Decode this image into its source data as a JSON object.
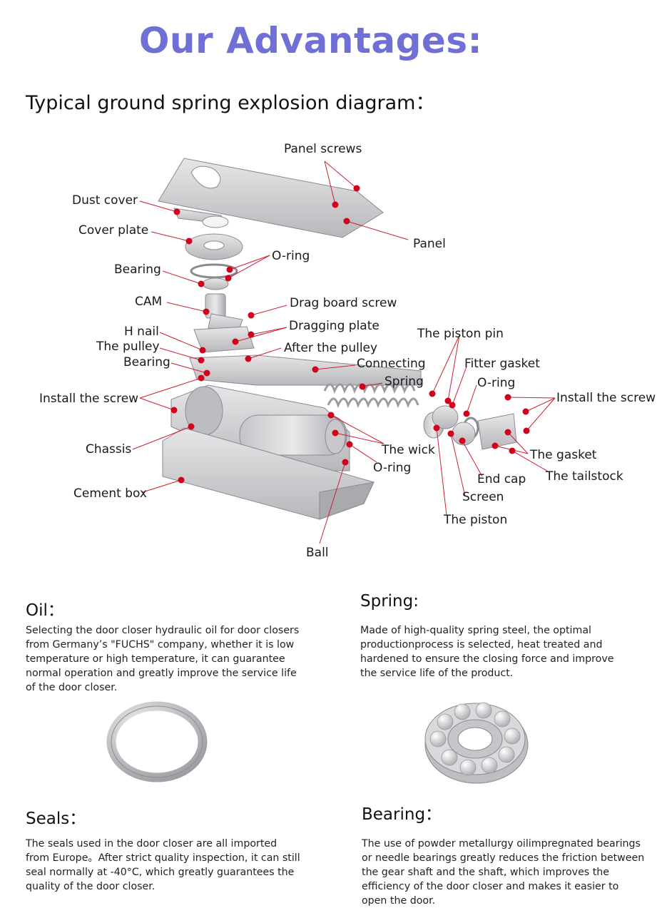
{
  "header": {
    "title": "Our Advantages:",
    "subtitle": "Typical ground spring explosion diagram："
  },
  "diagram_labels": {
    "panel_screws": "Panel screws",
    "dust_cover": "Dust cover",
    "cover_plate": "Cover plate",
    "panel": "Panel",
    "o_ring_top": "O-ring",
    "bearing_top": "Bearing",
    "cam": "CAM",
    "drag_board_screw": "Drag board screw",
    "dragging_plate": "Dragging plate",
    "h_nail": "H nail",
    "the_pulley": "The pulley",
    "after_the_pulley": "After the pulley",
    "the_piston_pin": "The piston pin",
    "bearing_mid": "Bearing",
    "connecting": "Connecting",
    "fitter_gasket": "Fitter gasket",
    "spring": "Spring",
    "o_ring_right": "O-ring",
    "install_screw_left": "Install the screw",
    "install_screw_right": "Install the screw",
    "chassis": "Chassis",
    "the_wick": "The wick",
    "the_gasket": "The gasket",
    "o_ring_bottom": "O-ring",
    "end_cap": "End cap",
    "the_tailstock": "The tailstock",
    "cement_box": "Cement box",
    "screen": "Screen",
    "the_piston": "The piston",
    "ball": "Ball"
  },
  "colors": {
    "title": "#6f6fd6",
    "callout_line": "#cc1f2f",
    "callout_dot": "#d0021b",
    "part_fill": "#d3d3d6",
    "part_stroke": "#8a8a90"
  },
  "sections": {
    "oil": {
      "heading": "Oil：",
      "body": "Selecting the door closer hydraulic oil for door closers from Germany’s  \"FUCHS\" company, whether it is low temperature or high temperature, it can guarantee normal operation and greatly improve the service life of the door closer."
    },
    "spring": {
      "heading": "Spring:",
      "body": "Made of high-quality spring steel, the optimal productionprocess is selected, heat treated and hardened to ensure the closing force and improve the service life of  the product."
    },
    "seals": {
      "heading": "Seals：",
      "body": "The seals used in the door closer are all imported from Europe。After strict quality inspection, it can still seal normally at -40°C, which greatly guarantees the quality of the door closer."
    },
    "bearing": {
      "heading": "Bearing：",
      "body": "The use of powder metallurgy oilimpregnated bearings or needle bearings greatly reduces the friction between the gear shaft and the shaft, which improves the efficiency of the door closer and makes it easier to open the door."
    }
  },
  "icons": {
    "seal_ring": "o-ring-icon",
    "ball_bearing": "ball-bearing-icon"
  }
}
